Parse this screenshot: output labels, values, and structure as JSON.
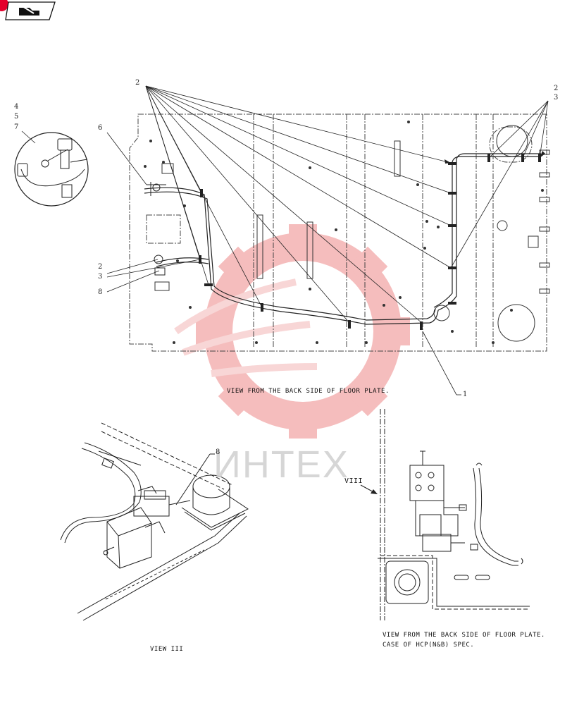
{
  "header": {
    "nav_icon": "page-back-icon",
    "accent_color": "#e4002b"
  },
  "main_view": {
    "caption": "VIEW FROM THE BACK SIDE OF FLOOR PLATE.",
    "callouts": [
      "2",
      "2",
      "3",
      "4",
      "5",
      "7",
      "6",
      "2",
      "3",
      "8",
      "1"
    ]
  },
  "view_iii": {
    "caption": "VIEW III",
    "callout": "8"
  },
  "alt_view": {
    "caption_line1": "VIEW FROM THE BACK SIDE OF FLOOR PLATE.",
    "caption_line2": "CASE OF HCP(N&B) SPEC.",
    "arrow_label": "VIII"
  },
  "watermark": {
    "text": "ИНТЕХ",
    "color": "#e8434a"
  }
}
